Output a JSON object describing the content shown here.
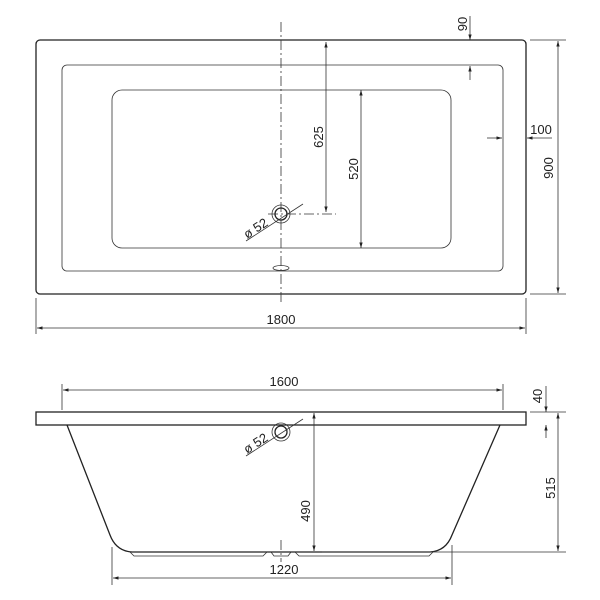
{
  "top_view": {
    "length": "1800",
    "width": "900",
    "rim_end": "100",
    "rim_side": "90",
    "drain_offset": "625",
    "floor_width": "520",
    "drain_diameter": "ø 52"
  },
  "side_view": {
    "inner_length": "1600",
    "rim_thickness": "40",
    "total_height": "515",
    "inner_depth": "490",
    "base_length": "1220",
    "overflow_diameter": "ø 52"
  },
  "colors": {
    "line": "#222222",
    "background": "#ffffff"
  }
}
